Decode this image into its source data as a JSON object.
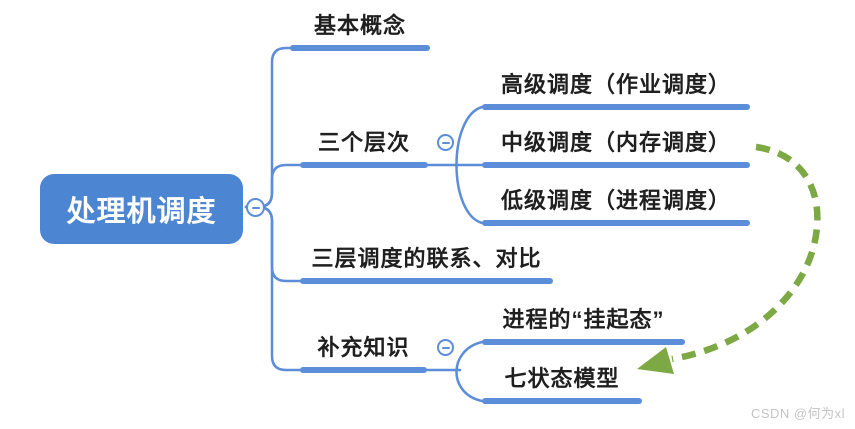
{
  "diagram": {
    "type": "mindmap",
    "root": {
      "label": "处理机调度"
    },
    "branches": {
      "basic": {
        "label": "基本概念"
      },
      "levels": {
        "label": "三个层次",
        "collapsed": false
      },
      "relation": {
        "label": "三层调度的联系、对比"
      },
      "extra": {
        "label": "补充知识",
        "collapsed": false
      }
    },
    "leaves": {
      "high": {
        "label": "高级调度（作业调度）",
        "parent": "三个层次"
      },
      "mid": {
        "label": "中级调度（内存调度）",
        "parent": "三个层次"
      },
      "low": {
        "label": "低级调度（进程调度）",
        "parent": "三个层次"
      },
      "suspend": {
        "label": "进程的“挂起态”",
        "parent": "补充知识"
      },
      "seven": {
        "label": "七状态模型",
        "parent": "补充知识"
      }
    },
    "cross_reference": {
      "from": "中级调度（内存调度）",
      "to": "七状态模型",
      "style": "green-dashed-arrow"
    },
    "colors": {
      "root_fill": "#4c86d2",
      "root_text": "#ffffff",
      "branch_line": "#5b8dd9",
      "connector": "#5b8dd9",
      "arrow_green": "#7da945",
      "label_text": "#1f1f1f",
      "watermark_text": "#c4c4c4"
    }
  },
  "watermark": {
    "text": "CSDN @何为xl"
  }
}
